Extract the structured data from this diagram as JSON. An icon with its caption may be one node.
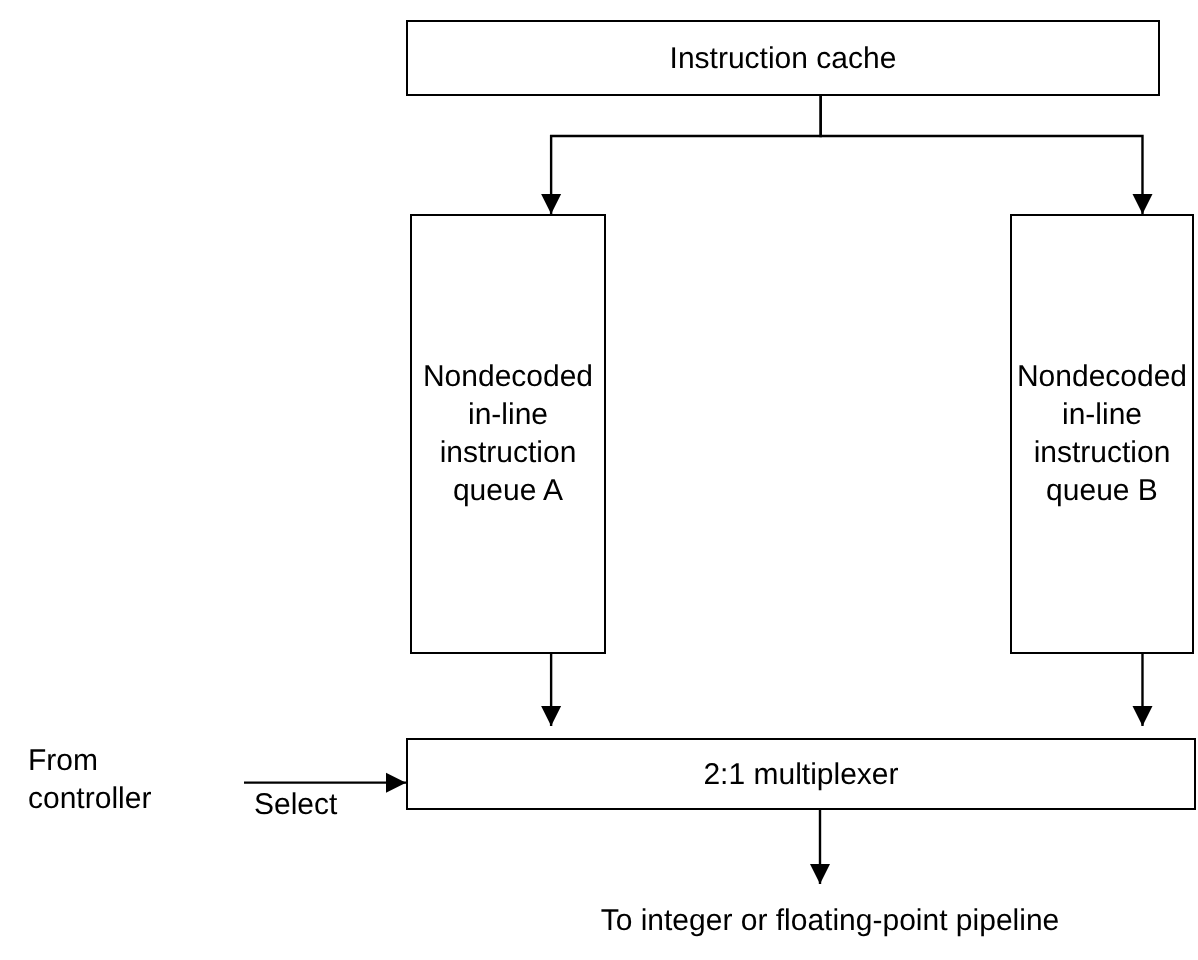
{
  "diagram": {
    "nodes": [
      {
        "text": [
          "Instruction cache"
        ]
      },
      {
        "text": [
          "Nondecoded in-line instruction queue A"
        ]
      },
      {
        "text": [
          "Nondecoded in-line instruction queue B"
        ]
      },
      {
        "text": [
          "2:1 multiplexer"
        ]
      },
      {
        "text": [
          "From controller"
        ]
      },
      {
        "text": [
          "To integer or floating-point pipeline"
        ]
      }
    ],
    "edges": [
      {
        "from": 0,
        "to": 1,
        "arrow": "to"
      },
      {
        "from": 0,
        "to": 2,
        "arrow": "to"
      },
      {
        "from": 1,
        "to": 3,
        "arrow": "to"
      },
      {
        "from": 2,
        "to": 3,
        "arrow": "to"
      },
      {
        "from": 4,
        "to": 3,
        "arrow": "to",
        "label": "Select"
      },
      {
        "from": 3,
        "to": 5,
        "arrow": "to"
      }
    ]
  }
}
